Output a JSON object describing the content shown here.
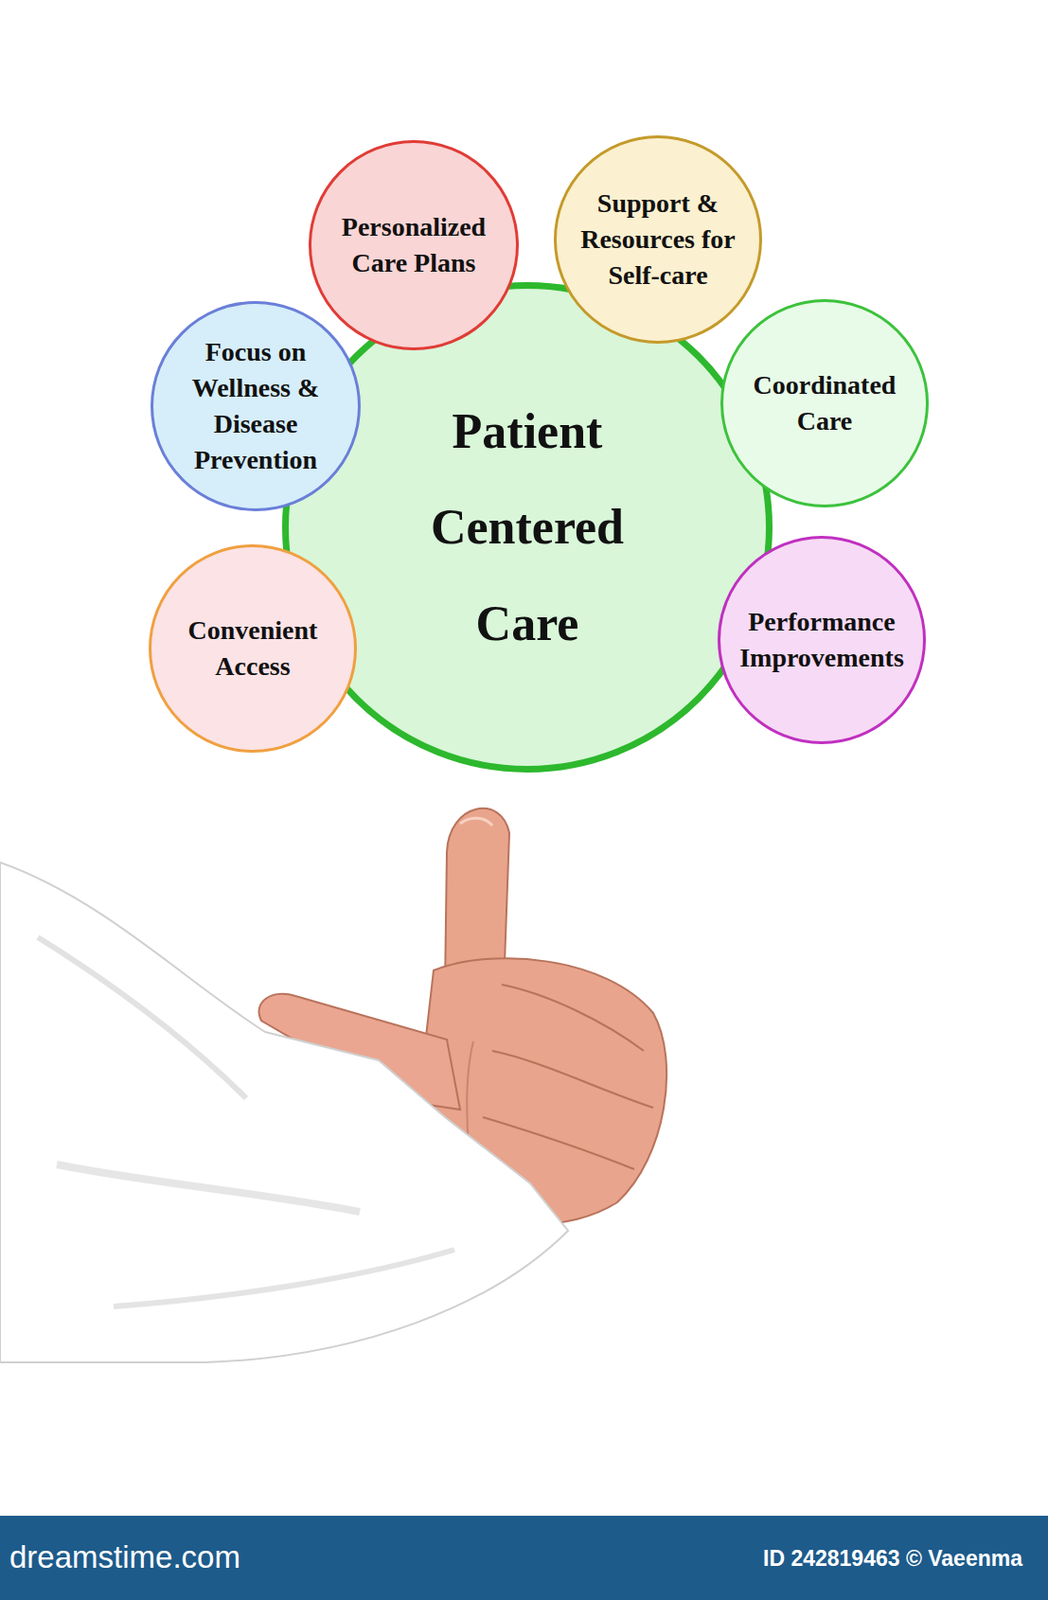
{
  "diagram": {
    "nodes": [
      {
        "text": [
          "Patient Centered Care"
        ]
      },
      {
        "text": [
          "Personalized Care Plans"
        ]
      },
      {
        "text": [
          "Support & Resources for Self-care"
        ]
      },
      {
        "text": [
          "Focus on Wellness & Disease Prevention"
        ]
      },
      {
        "text": [
          "Coordinated Care"
        ]
      },
      {
        "text": [
          "Convenient Access"
        ]
      },
      {
        "text": [
          "Performance Improvements"
        ]
      }
    ],
    "labels": [
      "dreamstime.com",
      "ID 242819463 © Vaeenma"
    ]
  }
}
